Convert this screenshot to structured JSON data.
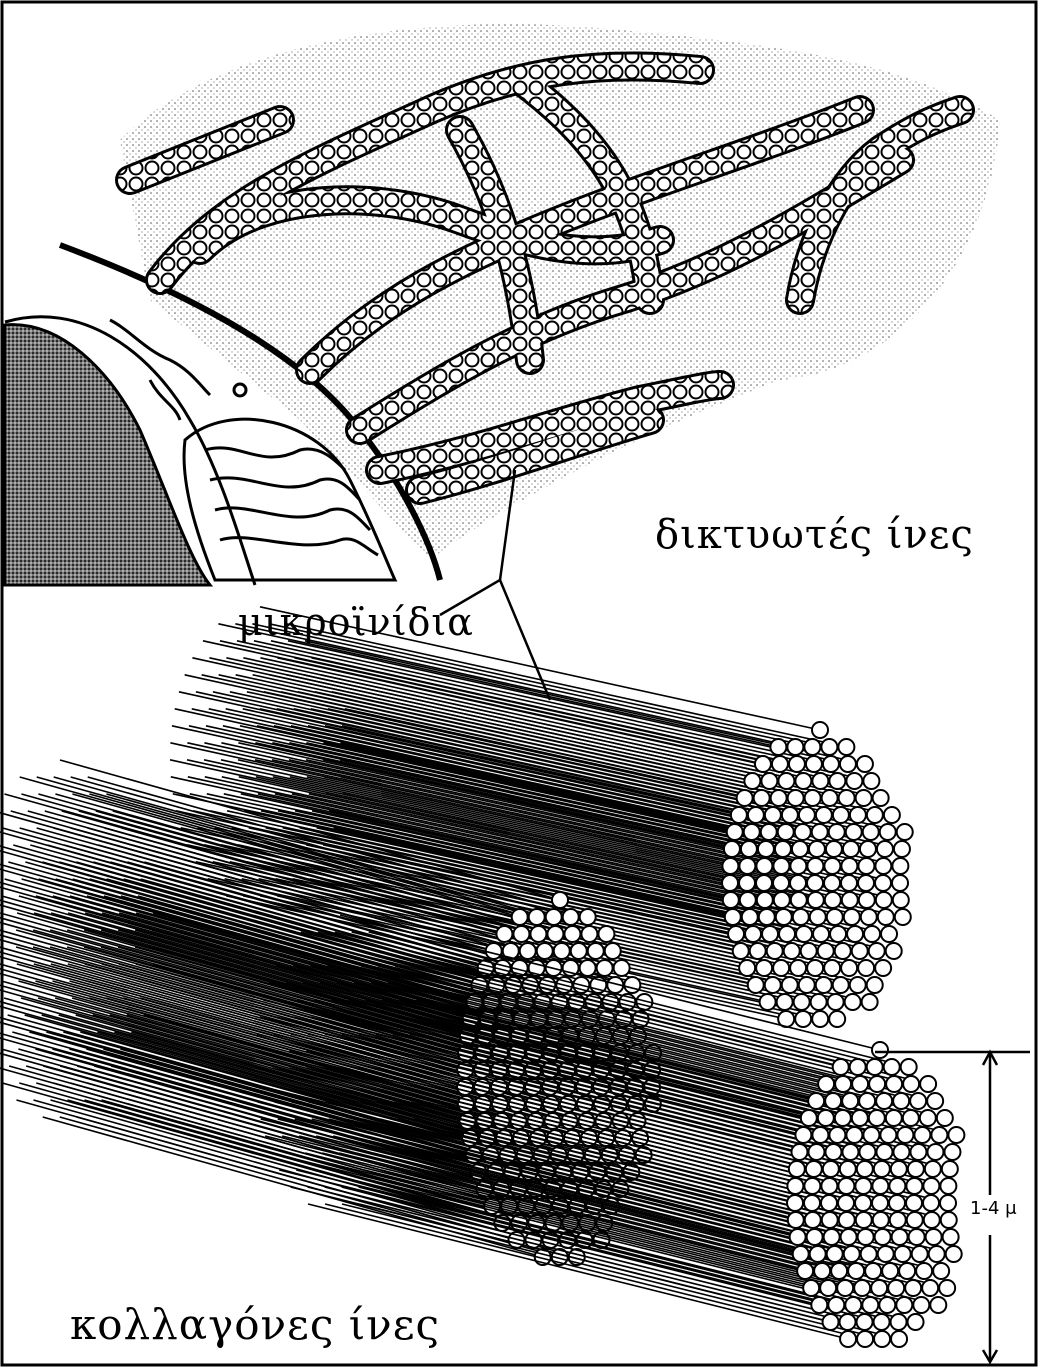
{
  "labels": {
    "reticular_fibers": "δικτυωτές ίνες",
    "microfibrils": "μικροϊνίδια",
    "collagen_fibers": "κολλαγόνες ίνες",
    "scale": "1-4 μ"
  },
  "colors": {
    "ink": "#000000",
    "paper": "#ffffff",
    "stipple": "#555555"
  }
}
